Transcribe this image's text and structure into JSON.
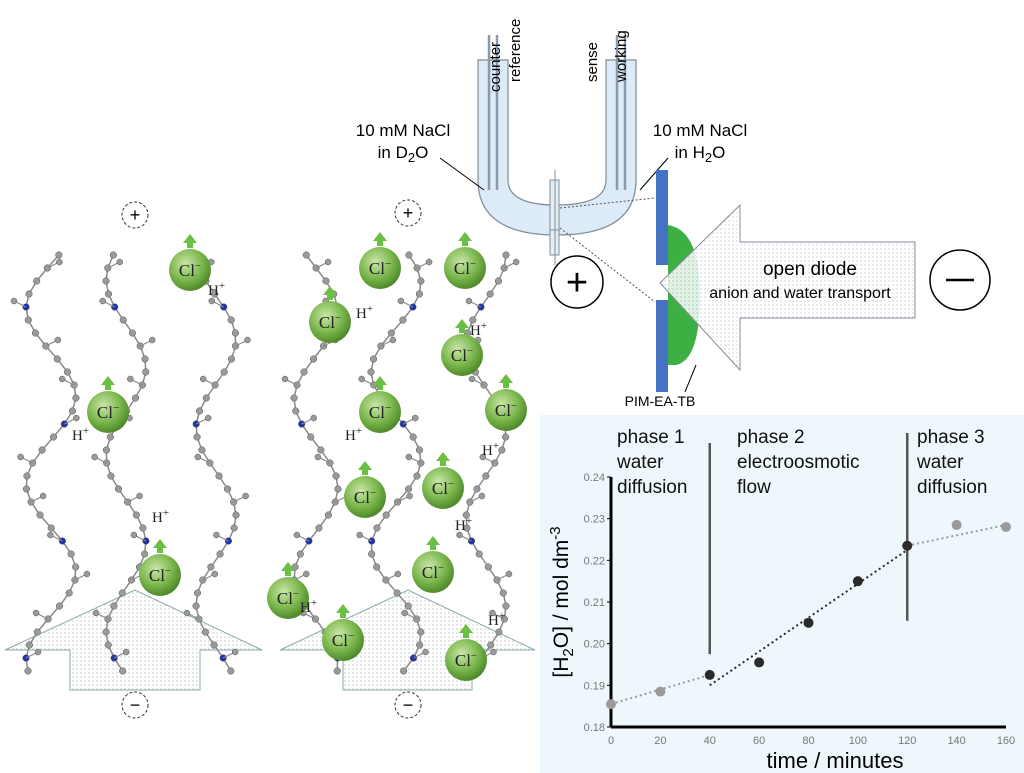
{
  "cell": {
    "electrodes": [
      "counter",
      "reference",
      "sense",
      "working"
    ],
    "left_solution": {
      "line1": "10 mM NaCl",
      "line2_prefix": "in D",
      "line2_sub": "2",
      "line2_suffix": "O"
    },
    "right_solution": {
      "line1": "10 mM NaCl",
      "line2_prefix": "in H",
      "line2_sub": "2",
      "line2_suffix": "O"
    },
    "plus_symbol": "+",
    "minus_symbol": "−"
  },
  "diode": {
    "line1": "open diode",
    "line2": "anion and water transport",
    "membrane_label": "PIM-EA-TB",
    "colors": {
      "electrode": "#4472c4",
      "membrane": "#3cb043"
    }
  },
  "molecular": {
    "ion_label": "Cl",
    "ion_charge": "−",
    "proton_label": "H",
    "proton_charge": "+",
    "plus_symbol": "+",
    "minus_symbol": "−"
  },
  "chart_data": {
    "type": "scatter",
    "xlabel": "time / minutes",
    "ylabel_prefix": "[H",
    "ylabel_sub": "2",
    "ylabel_mid": "O] / mol dm",
    "ylabel_sup": "-3",
    "xlim": [
      0,
      160
    ],
    "ylim": [
      0.18,
      0.24
    ],
    "xticks": [
      "0",
      "20",
      "40",
      "60",
      "80",
      "100",
      "120",
      "140",
      "160"
    ],
    "yticks": [
      "0.18",
      "0.19",
      "0.20",
      "0.21",
      "0.22",
      "0.23",
      "0.24"
    ],
    "series": [
      {
        "name": "diffusion",
        "color": "#9a9a9a",
        "x": [
          0,
          20,
          140,
          160
        ],
        "y": [
          0.1855,
          0.1885,
          0.2285,
          0.228
        ]
      },
      {
        "name": "electroosmotic",
        "color": "#2b2b2b",
        "x": [
          40,
          60,
          80,
          100,
          120
        ],
        "y": [
          0.1925,
          0.1955,
          0.205,
          0.215,
          0.2235
        ]
      }
    ],
    "trendlines": [
      {
        "color": "#9a9a9a",
        "x": [
          0,
          40
        ],
        "y": [
          0.1855,
          0.1925
        ]
      },
      {
        "color": "#2b2b2b",
        "x": [
          40,
          120
        ],
        "y": [
          0.19,
          0.2225
        ]
      },
      {
        "color": "#9a9a9a",
        "x": [
          120,
          160
        ],
        "y": [
          0.2235,
          0.2285
        ]
      }
    ],
    "phase_dividers": [
      {
        "x": 40,
        "ymin": 0.1975
      },
      {
        "x": 120,
        "ymin": 0.2055
      }
    ],
    "phases": [
      {
        "lines": [
          "phase 1",
          "water",
          "diffusion"
        ]
      },
      {
        "lines": [
          "phase 2",
          "electroosmotic",
          "flow"
        ]
      },
      {
        "lines": [
          "phase 3",
          "water",
          "diffusion"
        ]
      }
    ]
  }
}
